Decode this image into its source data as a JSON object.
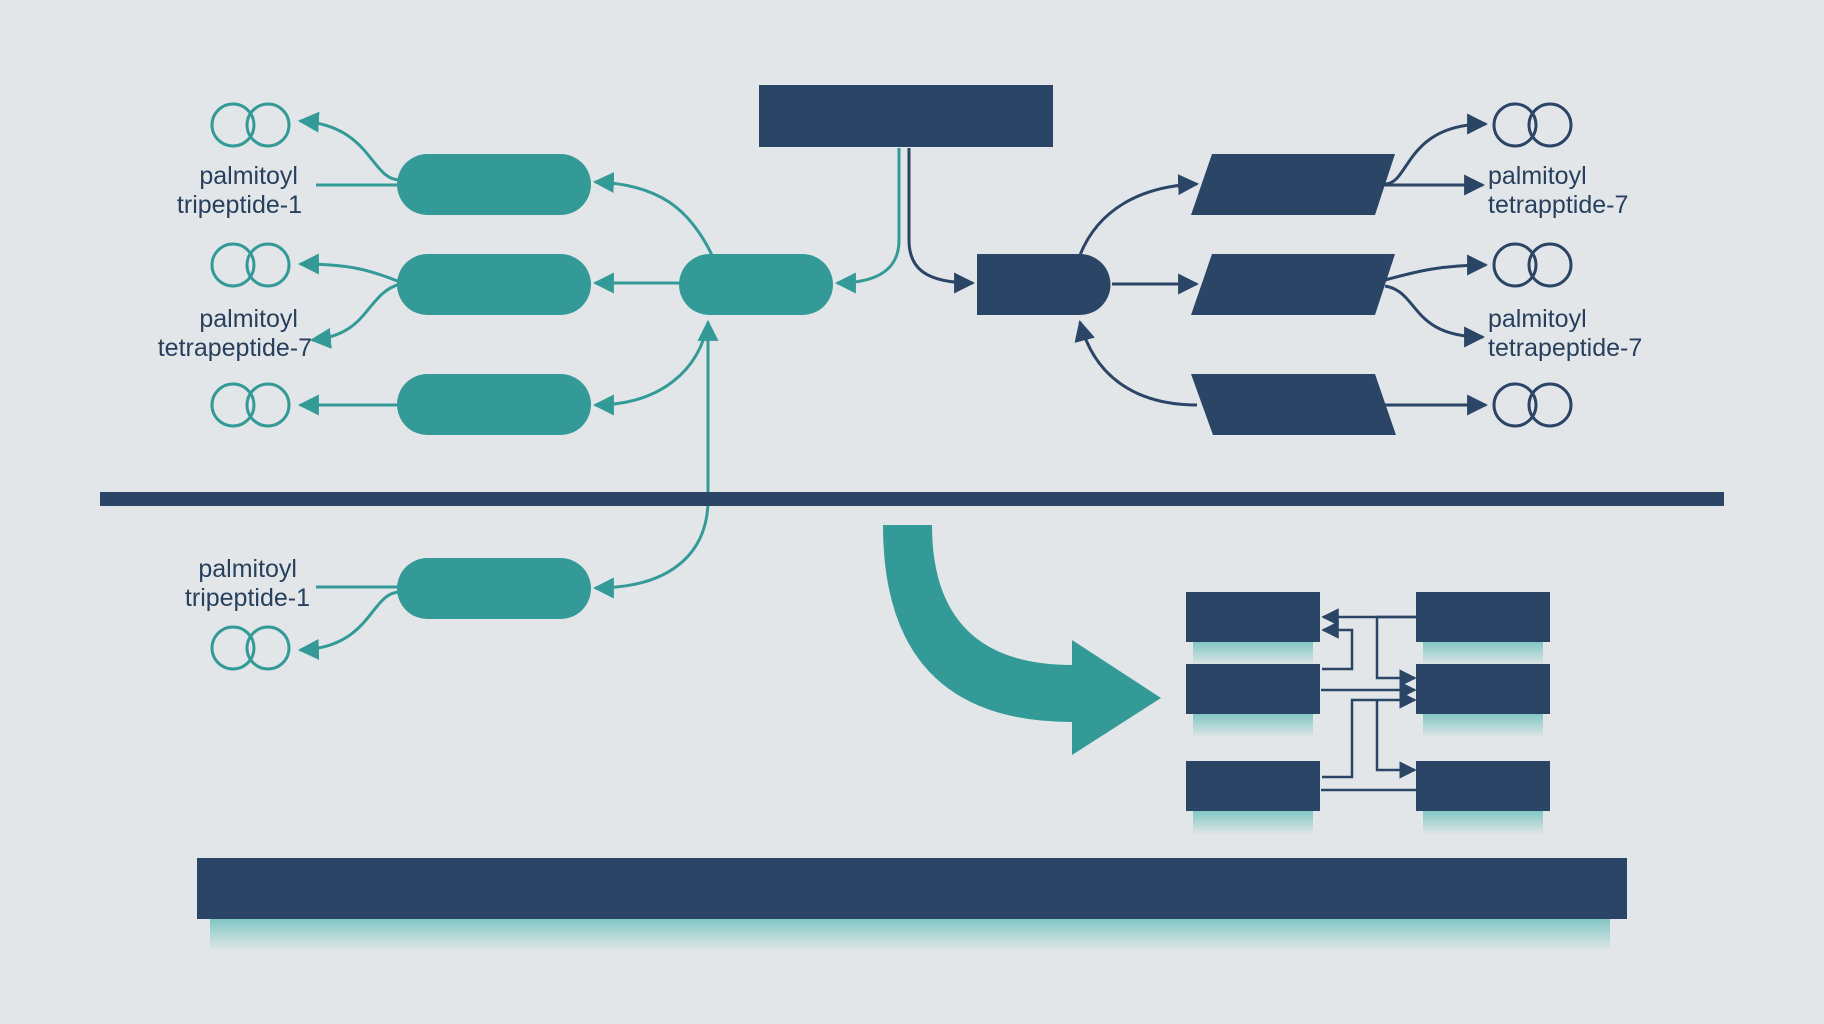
{
  "colors": {
    "background": "#e3e6e8",
    "teal": "#339a98",
    "navy": "#2b4566",
    "glow": "#66c4c0"
  },
  "icons": {
    "receptor": "double-ring-icon",
    "flow": "curved-arrow-icon"
  },
  "labels": {
    "left_top": [
      "palmitoyl",
      "tripeptide-1"
    ],
    "left_mid": [
      "palmitoyl",
      "tetrapeptide-7"
    ],
    "left_bottom": [
      "palmitoyl",
      "tripeptide-1"
    ],
    "right_top": [
      "palmitoyl",
      "tetrapptide-7"
    ],
    "right_mid": [
      "palmitoyl",
      "tetrapeptide-7"
    ]
  }
}
